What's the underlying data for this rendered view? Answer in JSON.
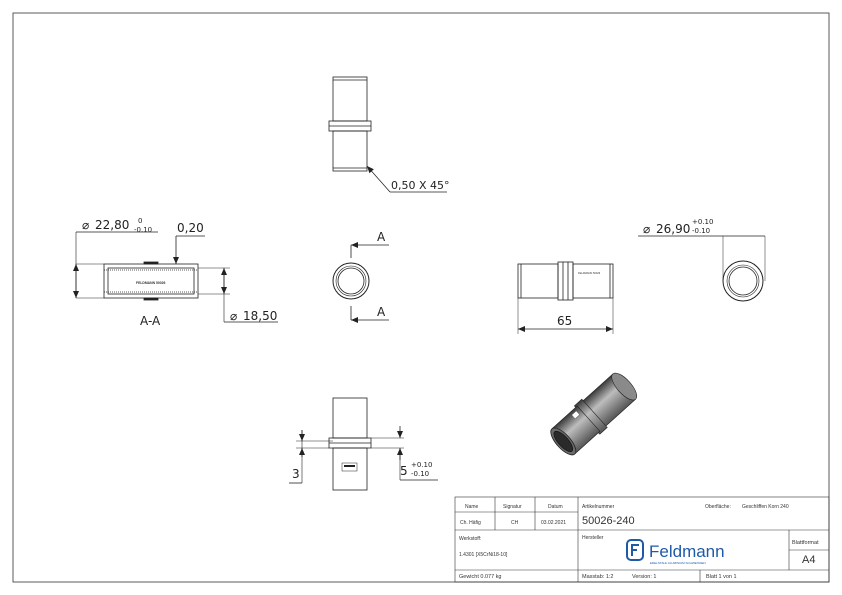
{
  "views": {
    "section_label": "A-A",
    "section_marker": "A",
    "section_engraving": "FELDMANN 50026"
  },
  "dimensions": {
    "outer_diameter": "22,80",
    "outer_tol_upper": "0",
    "outer_tol_lower": "-0.10",
    "gap": "0,20",
    "inner_diameter": "18,50",
    "chamfer": "0,50 X 45°",
    "collar_diameter": "26,90",
    "collar_tol_upper": "+0.10",
    "collar_tol_lower": "-0.10",
    "length": "65",
    "collar_width": "5",
    "collar_width_tol_upper": "+0.10",
    "collar_width_tol_lower": "-0.10",
    "collar_offset": "3",
    "diameter_symbol": "⌀"
  },
  "title_block": {
    "name_header": "Name",
    "signature_header": "Signatur",
    "date_header": "Datum",
    "name_value": "Ch. Häfig",
    "signature_value": "CH",
    "date_value": "03.02.2021",
    "article_label": "Artikelnummer",
    "article_value": "50026-240",
    "surface_label": "Oberfläche:",
    "surface_value": "Geschliffen Korn 240",
    "material_label": "Werkstoff:",
    "material_value": "1.4301 [X5CrNi18-10]",
    "manufacturer_label": "Hersteller",
    "company_name": "Feldmann",
    "company_tagline": "EDELSTAHL ALUMINIUM SCHWEISSEN",
    "format_label": "Blattformat",
    "format_value": "A4",
    "weight": "Gewicht 0.077 kg",
    "scale": "Masstab: 1:2",
    "version": "Version: 1",
    "sheet": "Blatt 1 von 1"
  }
}
